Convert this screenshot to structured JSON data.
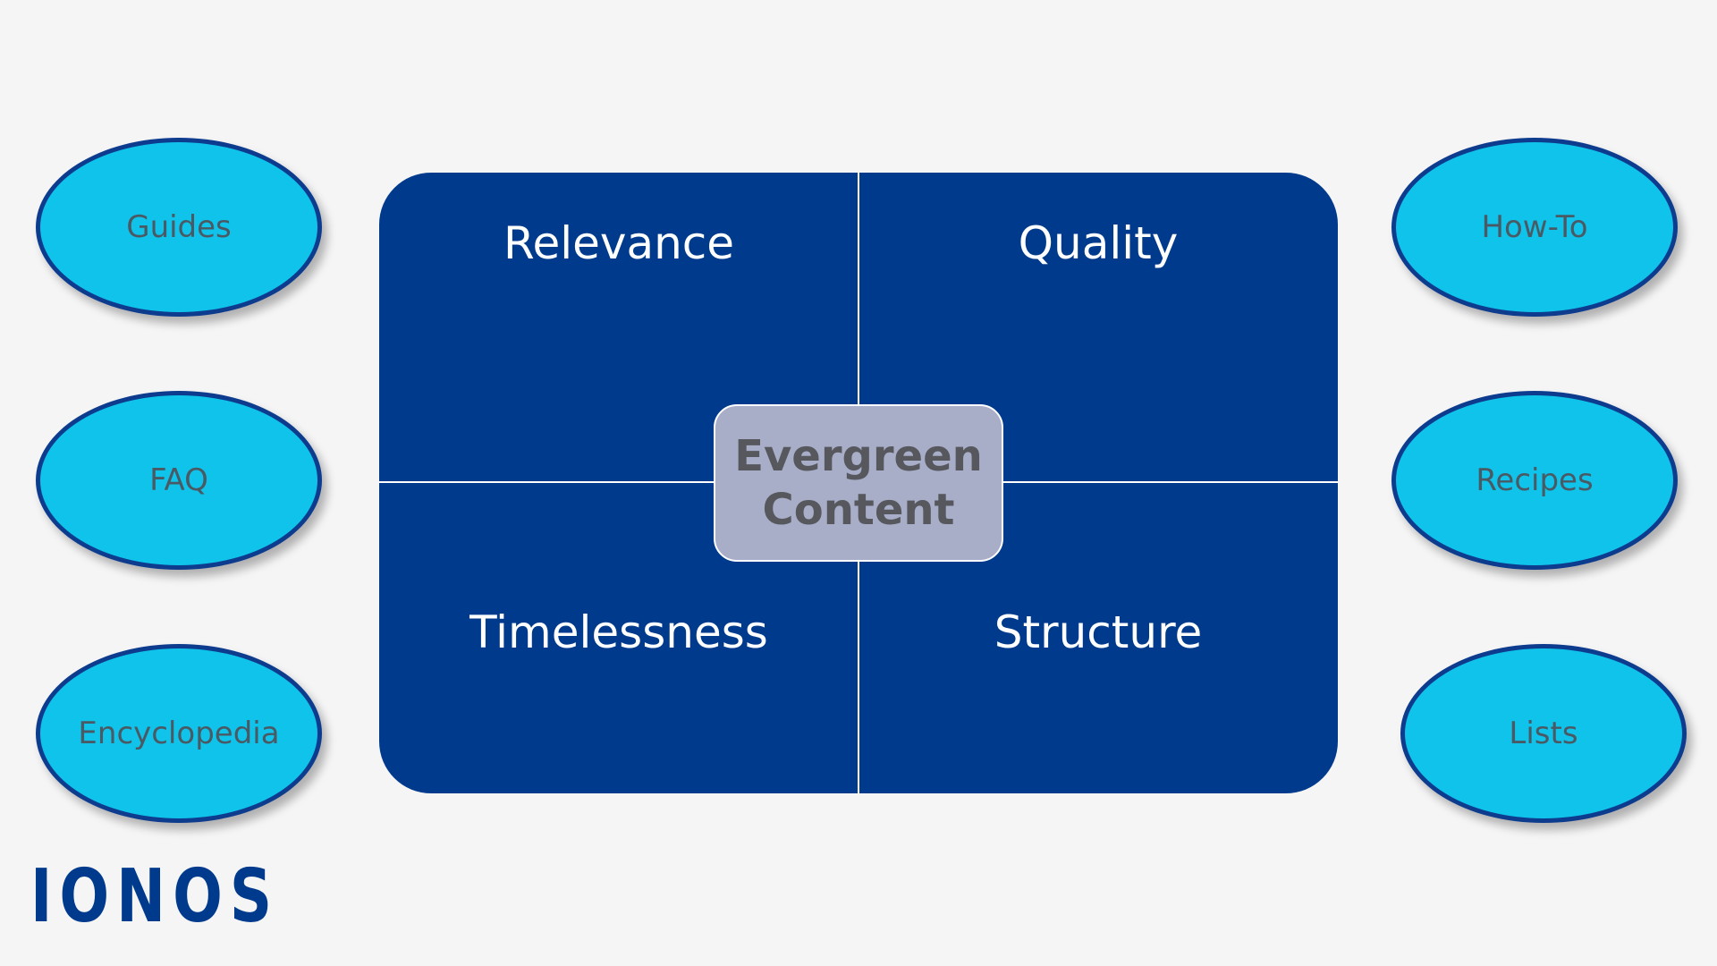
{
  "colors": {
    "background": "#f5f5f6",
    "matrix_fill": "#003a8c",
    "divider": "#ffffff",
    "quadrant_text": "#ffffff",
    "ellipse_fill": "#10c3ea",
    "ellipse_border": "#0d3c8e",
    "ellipse_text": "#4a5a64",
    "center_fill": "#a8adc8",
    "center_text": "#56585e",
    "logo": "#003a8c"
  },
  "left_items": [
    {
      "label": "Guides"
    },
    {
      "label": "FAQ"
    },
    {
      "label": "Encyclopedia"
    }
  ],
  "right_items": [
    {
      "label": "How-To"
    },
    {
      "label": "Recipes"
    },
    {
      "label": "Lists"
    }
  ],
  "quadrants": {
    "top_left": "Relevance",
    "top_right": "Quality",
    "bottom_left": "Timelessness",
    "bottom_right": "Structure"
  },
  "center": {
    "line1": "Evergreen",
    "line2": "Content"
  },
  "logo": {
    "text": "IONOS"
  }
}
